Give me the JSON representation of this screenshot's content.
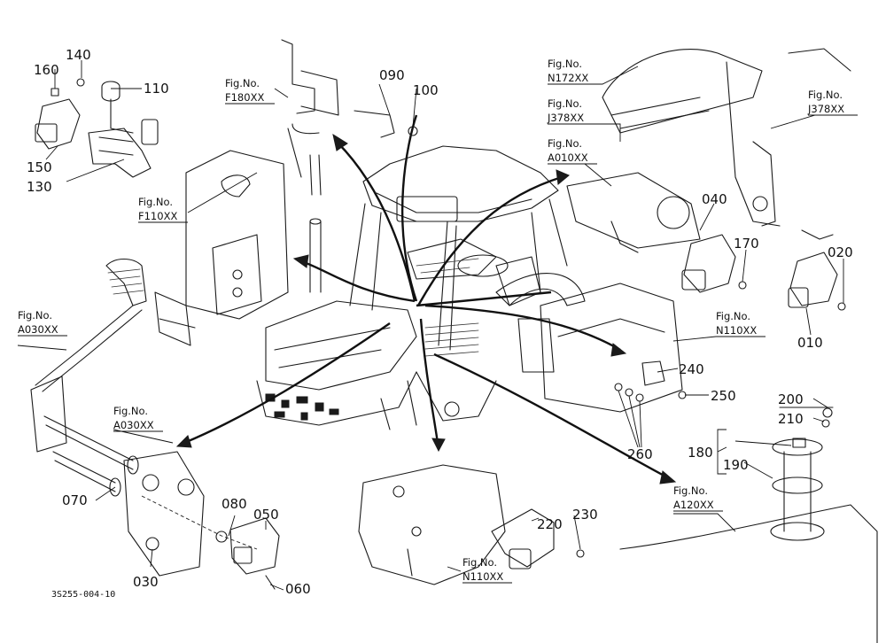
{
  "parts": [
    {
      "id": "p010",
      "label": "010"
    },
    {
      "id": "p020",
      "label": "020"
    },
    {
      "id": "p030",
      "label": "030"
    },
    {
      "id": "p040",
      "label": "040"
    },
    {
      "id": "p050",
      "label": "050"
    },
    {
      "id": "p060",
      "label": "060"
    },
    {
      "id": "p070",
      "label": "070"
    },
    {
      "id": "p080",
      "label": "080"
    },
    {
      "id": "p090",
      "label": "090"
    },
    {
      "id": "p100",
      "label": "100"
    },
    {
      "id": "p110",
      "label": "110"
    },
    {
      "id": "p130",
      "label": "130"
    },
    {
      "id": "p140",
      "label": "140"
    },
    {
      "id": "p150",
      "label": "150"
    },
    {
      "id": "p160",
      "label": "160"
    },
    {
      "id": "p170",
      "label": "170"
    },
    {
      "id": "p180",
      "label": "180"
    },
    {
      "id": "p190",
      "label": "190"
    },
    {
      "id": "p200",
      "label": "200"
    },
    {
      "id": "p210",
      "label": "210"
    },
    {
      "id": "p220",
      "label": "220"
    },
    {
      "id": "p230",
      "label": "230"
    },
    {
      "id": "p240",
      "label": "240"
    },
    {
      "id": "p250",
      "label": "250"
    },
    {
      "id": "p260",
      "label": "260"
    }
  ],
  "fig_refs": [
    {
      "id": "f180",
      "line1": "Fig.No.",
      "line2": "F180XX"
    },
    {
      "id": "f110",
      "line1": "Fig.No.",
      "line2": "F110XX"
    },
    {
      "id": "a030left",
      "line1": "Fig.No.",
      "line2": "A030XX"
    },
    {
      "id": "a030mid",
      "line1": "Fig.No.",
      "line2": "A030XX"
    },
    {
      "id": "n172",
      "line1": "Fig.No.",
      "line2": "N172XX"
    },
    {
      "id": "j378a",
      "line1": "Fig.No.",
      "line2": "J378XX"
    },
    {
      "id": "j378b",
      "line1": "Fig.No.",
      "line2": "J378XX"
    },
    {
      "id": "a010",
      "line1": "Fig.No.",
      "line2": "A010XX"
    },
    {
      "id": "n110right",
      "line1": "Fig.No.",
      "line2": "N110XX"
    },
    {
      "id": "n110bottom",
      "line1": "Fig.No.",
      "line2": "N110XX"
    },
    {
      "id": "a120",
      "line1": "Fig.No.",
      "line2": "A120XX"
    }
  ],
  "drawing_code": "3S255-004-10"
}
